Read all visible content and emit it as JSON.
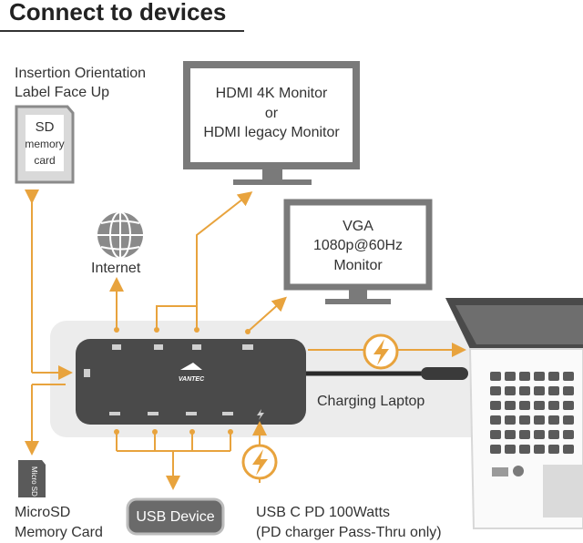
{
  "title": "Connect to devices",
  "sd_card": {
    "orientation_line1": "Insertion Orientation",
    "orientation_line2": "Label Face Up",
    "line1": "SD",
    "line2": "memory",
    "line3": "card"
  },
  "hdmi_monitor": {
    "line1": "HDMI 4K Monitor",
    "line2": "or",
    "line3": "HDMI legacy Monitor"
  },
  "vga_monitor": {
    "line1": "VGA",
    "line2": "1080p@60Hz",
    "line3": "Monitor"
  },
  "internet_label": "Internet",
  "charging_label": "Charging Laptop",
  "hub_logo": "VANTEC",
  "microsd": {
    "card_text": "Micro SD",
    "line1": "MicroSD",
    "line2": "Memory Card"
  },
  "usb_device_label": "USB Device",
  "usb_c_pd": {
    "line1": "USB C PD 100Watts",
    "line2": "(PD charger Pass-Thru only)"
  },
  "colors": {
    "accent": "#e8a33d",
    "hub": "#4a4a4a",
    "monitor": "#7a7a7a",
    "background_panel": "#ececec"
  }
}
